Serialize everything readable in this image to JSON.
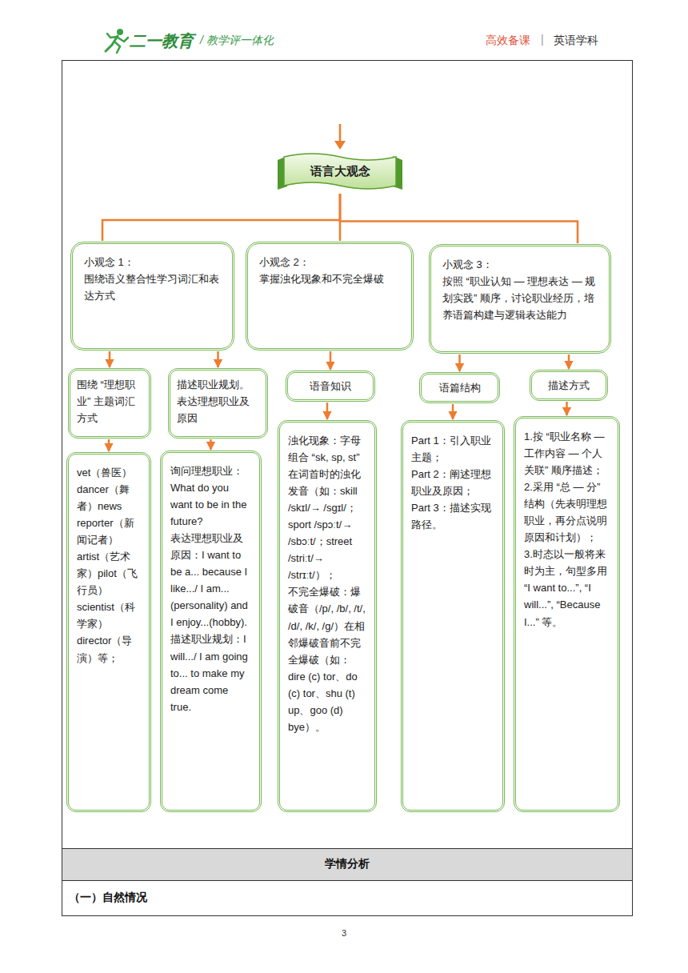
{
  "diagram": {
    "nodes": [
      {
        "text": [
          "语言大观念"
        ]
      },
      {
        "text": [
          "小观念 1：",
          "围绕语义整合性学习词汇和表达方式"
        ]
      },
      {
        "text": [
          "小观念 2：",
          "掌握浊化现象和不完全爆破"
        ]
      },
      {
        "text": [
          "小观念 3：",
          "按照 “职业认知 — 理想表达 — 规划实践” 顺序，讨论职业经历，培养语篇构建与逻辑表达能力"
        ]
      },
      {
        "text": [
          "围绕 “理想职业” 主题词汇方式"
        ]
      },
      {
        "text": [
          "描述职业规划。表达理想职业及原因"
        ]
      },
      {
        "text": [
          "语音知识"
        ]
      },
      {
        "text": [
          "语篇结构"
        ]
      },
      {
        "text": [
          "描述方式"
        ]
      },
      {
        "text": [
          "vet（兽医）dancer（舞者）news reporter（新闻记者）artist（艺术家）pilot（飞行员）scientist（科学家）director（导演）等；"
        ]
      },
      {
        "text": [
          "询问理想职业：What do you want to be in the future?",
          "表达理想职业及原因：I want to be a... because I like.../ I am...(personality) and I enjoy...(hobby).",
          "描述职业规划：I will.../ I am going to... to make my dream come true."
        ]
      },
      {
        "text": [
          "浊化现象：字母组合 “sk, sp, st” 在词首时的浊化发音（如：skill /skɪl/→ /sgɪl/；sport /spɔːt/→ /sbɔːt/；street /striːt/→ /strɪːt/）；",
          "不完全爆破：爆破音（/p/, /b/, /t/, /d/, /k/, /g/）在相邻爆破音前不完全爆破（如：dire (c) tor、do (c) tor、shu (t) up、goo (d) bye）。"
        ]
      },
      {
        "text": [
          "Part 1：引入职业主题；",
          "Part 2：阐述理想职业及原因；",
          "Part 3：描述实现路径。"
        ]
      },
      {
        "text": [
          "1.按 “职业名称 — 工作内容 — 个人关联” 顺序描述；",
          "2.采用 “总 — 分” 结构（先表明理想职业，再分点说明原因和计划）；",
          "3.时态以一般将来时为主，句型多用 “I want to...”, “I will...”, “Because I...” 等。"
        ]
      }
    ],
    "edges": [
      {
        "from": 0,
        "to": 1,
        "arrow": "none"
      },
      {
        "from": 0,
        "to": 2,
        "arrow": "none"
      },
      {
        "from": 0,
        "to": 3,
        "arrow": "none"
      },
      {
        "from": 1,
        "to": 4,
        "arrow": "to"
      },
      {
        "from": 1,
        "to": 5,
        "arrow": "to"
      },
      {
        "from": 2,
        "to": 6,
        "arrow": "to"
      },
      {
        "from": 3,
        "to": 7,
        "arrow": "to"
      },
      {
        "from": 3,
        "to": 8,
        "arrow": "to"
      },
      {
        "from": 4,
        "to": 9,
        "arrow": "to"
      },
      {
        "from": 5,
        "to": 10,
        "arrow": "to"
      },
      {
        "from": 6,
        "to": 11,
        "arrow": "to"
      },
      {
        "from": 7,
        "to": 12,
        "arrow": "to"
      },
      {
        "from": 8,
        "to": 13,
        "arrow": "to"
      }
    ],
    "labels": [
      "二一教育",
      "/ 教学评一体化",
      "高效备课",
      "|",
      "英语学科",
      "学情分析",
      "（一）自然情况",
      "3"
    ]
  }
}
